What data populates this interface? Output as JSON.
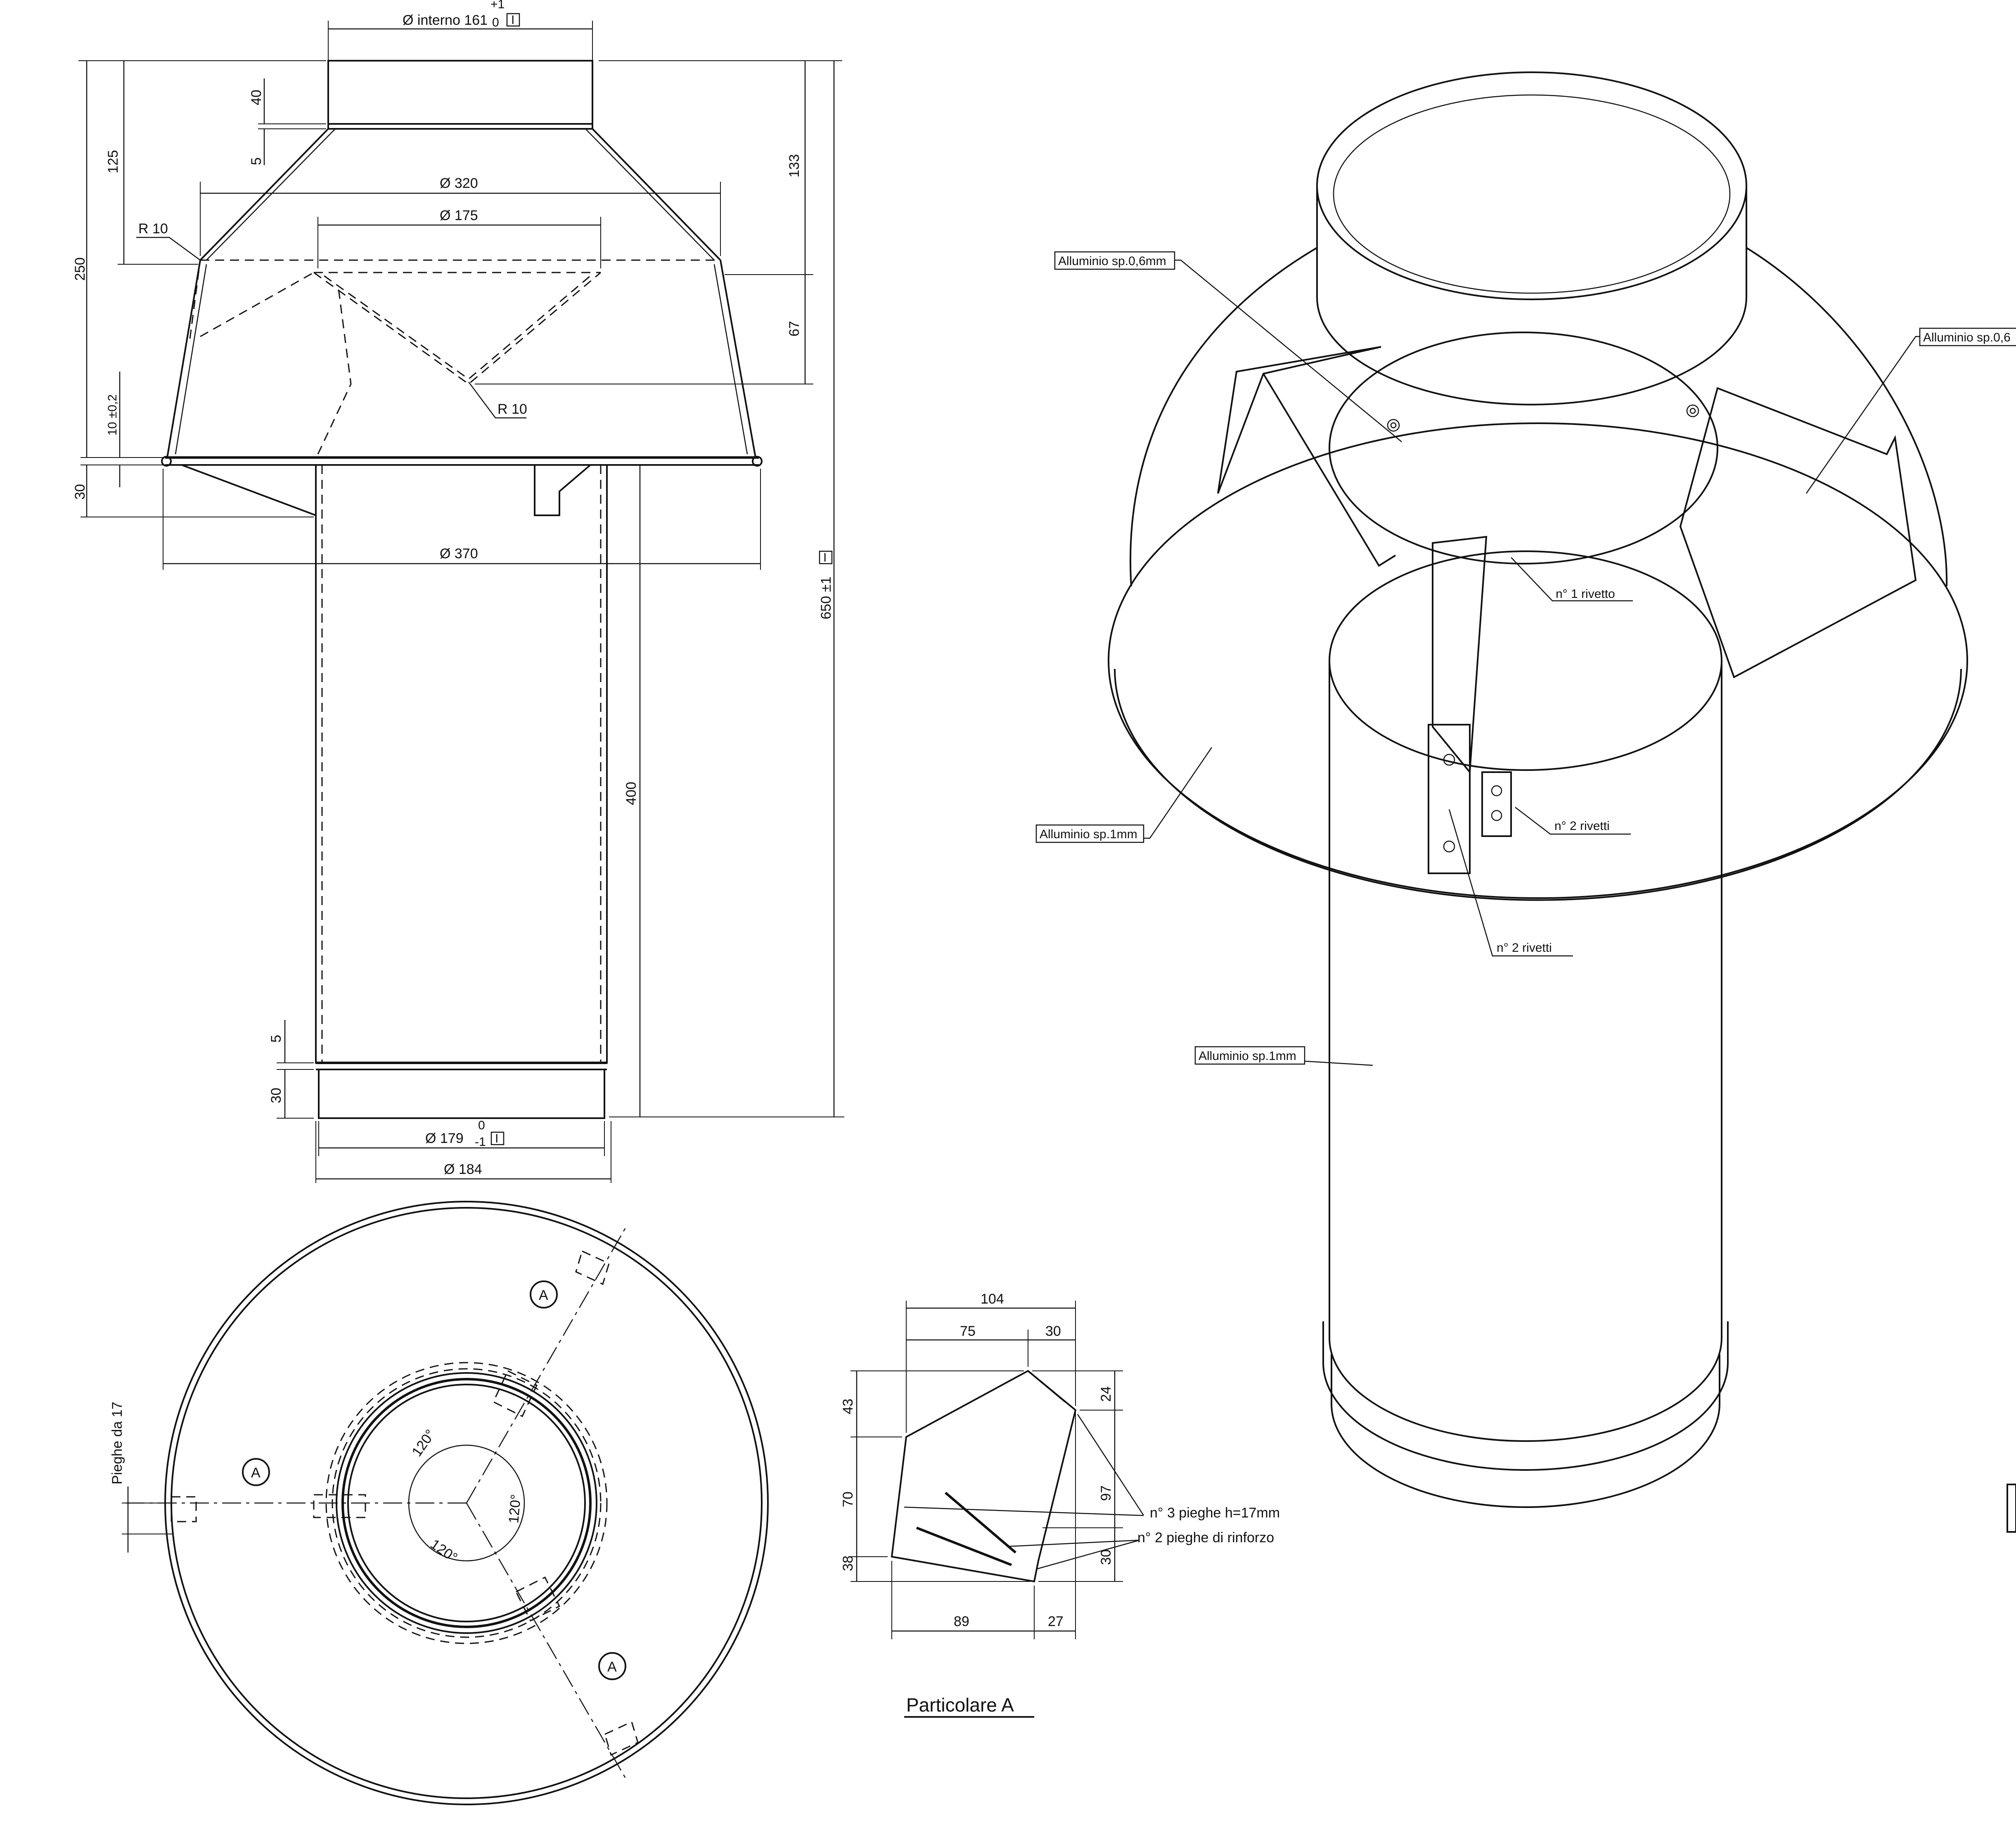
{
  "front_view": {
    "dia_inner_top": "Ø  interno 161",
    "tol_upper": "+1",
    "tol_lower": "0",
    "dim_40": "40",
    "dim_5_top": "5",
    "dim_125": "125",
    "dim_250": "250",
    "dim_133": "133",
    "dim_67": "67",
    "dim_10_tol": "10 ±0,2",
    "dim_30_top": "30",
    "dia_320": "Ø  320",
    "dia_175": "Ø  175",
    "radius_r10_a": "R 10",
    "radius_r10_b": "R 10",
    "dia_370": "Ø  370",
    "dim_650": "650 ±1",
    "dim_400": "400",
    "dim_5_bottom": "5",
    "dim_30_bottom": "30",
    "dia_179": "Ø  179",
    "tol179_upper": "0",
    "tol179_lower": "-1",
    "dia_184": "Ø  184",
    "critical_mark": "I"
  },
  "top_view": {
    "fold_label": "Pieghe da 17",
    "section_mark": "A",
    "angle": "120°"
  },
  "detail": {
    "title": "Particolare A",
    "dim_104": "104",
    "dim_75": "75",
    "dim_30_top": "30",
    "dim_43": "43",
    "dim_70": "70",
    "dim_38": "38",
    "dim_24": "24",
    "dim_97": "97",
    "dim_30_side": "30",
    "dim_89": "89",
    "dim_27": "27",
    "note_folds": "n° 3 pieghe h=17mm",
    "note_reinforce": "n° 2 pieghe di rinforzo"
  },
  "iso_view": {
    "material_06_a": "Alluminio sp.0,6mm",
    "material_06_b": "Alluminio sp.0,6",
    "material_1_a": "Alluminio sp.1mm",
    "material_1_b": "Alluminio sp.1mm",
    "rivet_1": "n° 1 rivetto",
    "rivets_2_a": "n° 2 rivetti",
    "rivets_2_b": "n° 2 rivetti"
  }
}
